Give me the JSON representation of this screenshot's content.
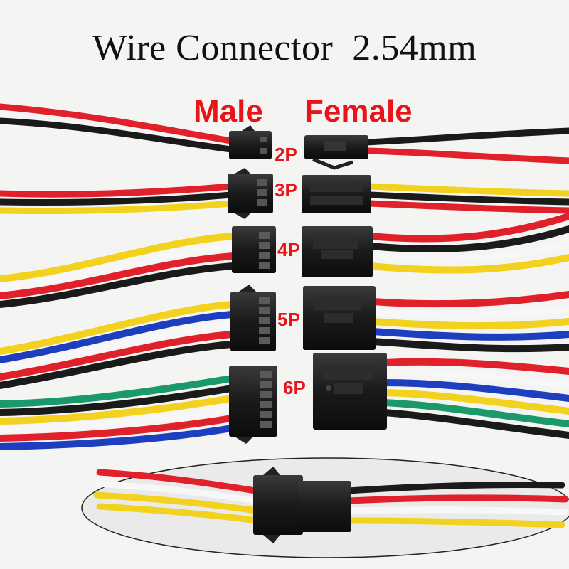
{
  "title": "Wire Connector  2.54mm",
  "labels": {
    "male": "Male",
    "female": "Female"
  },
  "pin_labels": [
    "2P",
    "3P",
    "4P",
    "5P",
    "6P"
  ],
  "colors": {
    "label_red": "#e8141a",
    "background": "#f4f4f2",
    "wire_red": "#e0202a",
    "wire_black": "#1a1a1a",
    "wire_yellow": "#f2d21e",
    "wire_white": "#f7f7f7",
    "wire_blue": "#1d3fbf",
    "wire_green": "#1a9a6a",
    "housing": "#1c1c1c"
  }
}
